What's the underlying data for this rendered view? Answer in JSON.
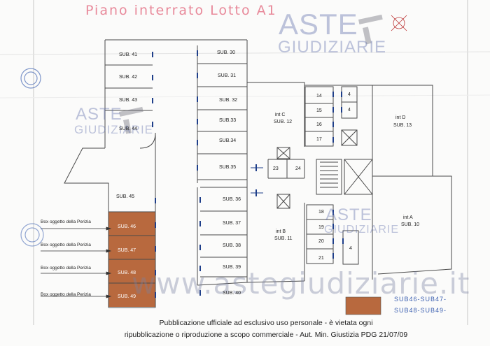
{
  "title": "Piano interrato Lotto A1",
  "watermark": {
    "brand_line1": "ASTE",
    "brand_line2": "GIUDIZIARIE",
    "site": "www.astegiudiziarie.it"
  },
  "left_units": [
    "SUB. 41",
    "SUB. 42",
    "SUB. 43",
    "SUB. 44",
    "SUB. 45",
    "SUB. 46",
    "SUB. 47",
    "SUB. 48",
    "SUB. 49"
  ],
  "middle_units": [
    "SUB. 30",
    "SUB. 31",
    "SUB. 32",
    "SUB.33",
    "SUB.34",
    "SUB.35",
    "SUB. 36",
    "SUB. 37",
    "SUB. 38",
    "SUB. 39",
    "SUB. 40"
  ],
  "cellars_top": [
    "14",
    "15",
    "16",
    "17"
  ],
  "cellars_top_right": [
    "4",
    "4"
  ],
  "cellars_bottom": [
    "18",
    "19",
    "20",
    "21"
  ],
  "cellar_bottom_right": "4",
  "center_cellars": [
    "23",
    "24"
  ],
  "rooms": {
    "int_c": {
      "name": "int C",
      "sub": "SUB. 12"
    },
    "int_d": {
      "name": "int D",
      "sub": "SUB. 13"
    },
    "int_b": {
      "name": "int B",
      "sub": "SUB. 11"
    },
    "int_a": {
      "name": "int A",
      "sub": "SUB. 10"
    }
  },
  "box_label": "Box oggetto della Perizia",
  "legend_note": {
    "line1": "SUB46-SUB47-",
    "line2": "SUB48-SUB49-"
  },
  "footer": {
    "line1": "Pubblicazione ufficiale ad esclusivo uso personale - è vietata ogni",
    "line2": "ripubblicazione o riproduzione a scopo commerciale - Aut. Min. Giustizia PDG 21/07/09"
  },
  "colors": {
    "highlight_box": "#b8693e",
    "plan_line": "#4a4a4a",
    "marker": "#1f3f8a",
    "title": "#e8899a",
    "note": "#3b5fb0"
  }
}
